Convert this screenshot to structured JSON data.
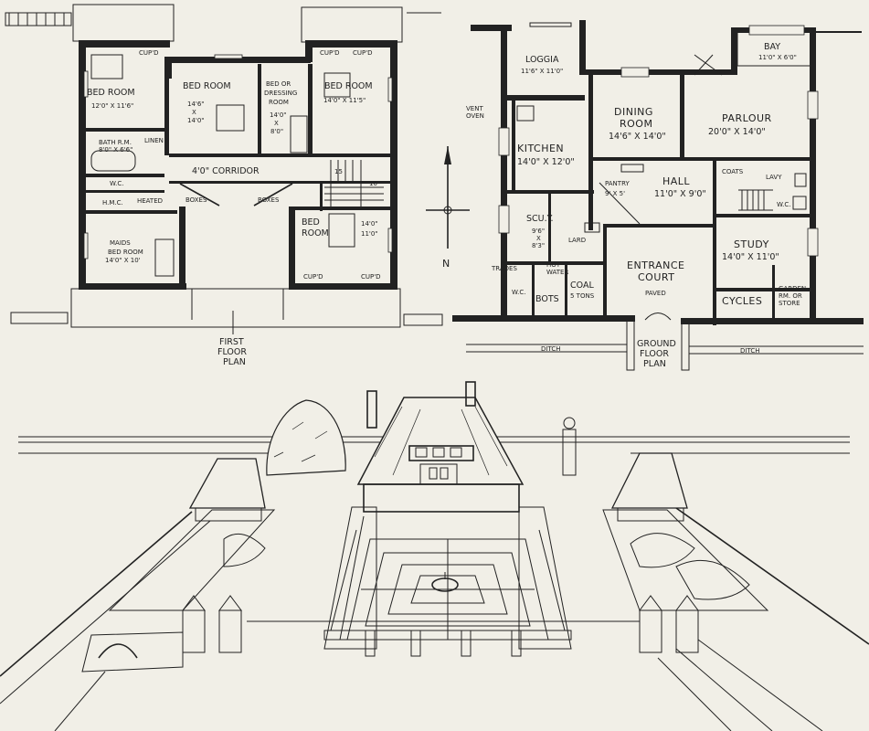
{
  "first_floor": {
    "rooms": {
      "bed_room_left": "BED ROOM",
      "bed_room_left_dim": "12'0\" X 11'6\"",
      "bed_room_centre": "BED ROOM",
      "bed_room_centre_dim_a": "14'6\"",
      "bed_room_centre_dim_b": "X",
      "bed_room_centre_dim_c": "14'0\"",
      "bed_or_dressing_a": "BED OR",
      "bed_or_dressing_b": "DRESSING",
      "bed_or_dressing_c": "ROOM",
      "bed_or_dressing_dim_a": "14'0\"",
      "bed_or_dressing_dim_b": "X",
      "bed_or_dressing_dim_c": "8'0\"",
      "bed_room_right": "BED ROOM",
      "bed_room_right_dim": "14'0\" X 11'5\"",
      "bath_rm": "BATH R.M.",
      "bath_rm_dim": "8'0\" X 6'6\"",
      "wc": "W.C.",
      "hmc": "H.M.C.",
      "heated": "HEATED",
      "linen": "LINEN",
      "maids": "MAIDS",
      "maids_bed": "BED ROOM",
      "maids_dim": "14'0\" X 10'",
      "corridor": "4'0\"   CORRIDOR",
      "boxes_left": "BOXES",
      "boxes_right": "BOXES",
      "bed_room_lower": "BED",
      "bed_room_lower_b": "ROOM",
      "bed_room_lower_dim_a": "14'0\"",
      "bed_room_lower_dim_b": "11'0\"",
      "stair_15": "15",
      "stair_10": "10",
      "cupd_1": "CUP'D",
      "cupd_2": "CUP'D",
      "cupd_3": "CUP'D",
      "cupd_4": "CUP'D",
      "cupd_5": "CUP'D"
    },
    "caption_a": "FIRST",
    "caption_b": "FLOOR",
    "caption_c": "PLAN"
  },
  "ground_floor": {
    "rooms": {
      "loggia": "LOGGIA",
      "loggia_dim": "11'6\" X 11'0\"",
      "bay": "BAY",
      "bay_dim": "11'0\" X 6'0\"",
      "vent_oven_a": "VENT",
      "vent_oven_b": "OVEN",
      "dining_a": "DINING",
      "dining_b": "ROOM",
      "dining_dim": "14'6\" X 14'0\"",
      "parlour": "PARLOUR",
      "parlour_dim": "20'0\" X 14'0\"",
      "kitchen": "KITCHEN",
      "kitchen_dim": "14'0\" X 12'0\"",
      "pantry": "PANTRY",
      "pantry_dim": "9' X 5'",
      "hall": "HALL",
      "hall_dim": "11'0\" X 9'0\"",
      "coats": "COATS",
      "lavy": "LAVY",
      "wc": "W.C.",
      "scuy": "SCU.Y.",
      "scuy_dim_a": "9'6\"",
      "scuy_dim_b": "X",
      "scuy_dim_c": "8'3\"",
      "lard": "LARD",
      "entrance_a": "ENTRANCE",
      "entrance_b": "COURT",
      "paved": "PAVED",
      "study": "STUDY",
      "study_dim": "14'0\" X 11'0\"",
      "trades": "TRADES",
      "hot_water_a": "HOT",
      "hot_water_b": "WATER",
      "coal": "COAL",
      "coal_tons": "5 TONS",
      "bots": "BOTS",
      "wc2": "W.C.",
      "cycles": "CYCLES",
      "garden_store_a": "GARDEN",
      "garden_store_b": "RM. OR",
      "garden_store_c": "STORE"
    },
    "ditch_left": "DITCH",
    "ditch_right": "DITCH",
    "caption_a": "GROUND",
    "caption_b": "FLOOR",
    "caption_c": "PLAN"
  },
  "compass": {
    "north": "N"
  },
  "colors": {
    "ink": "#222222",
    "paper": "#f1efe7"
  }
}
